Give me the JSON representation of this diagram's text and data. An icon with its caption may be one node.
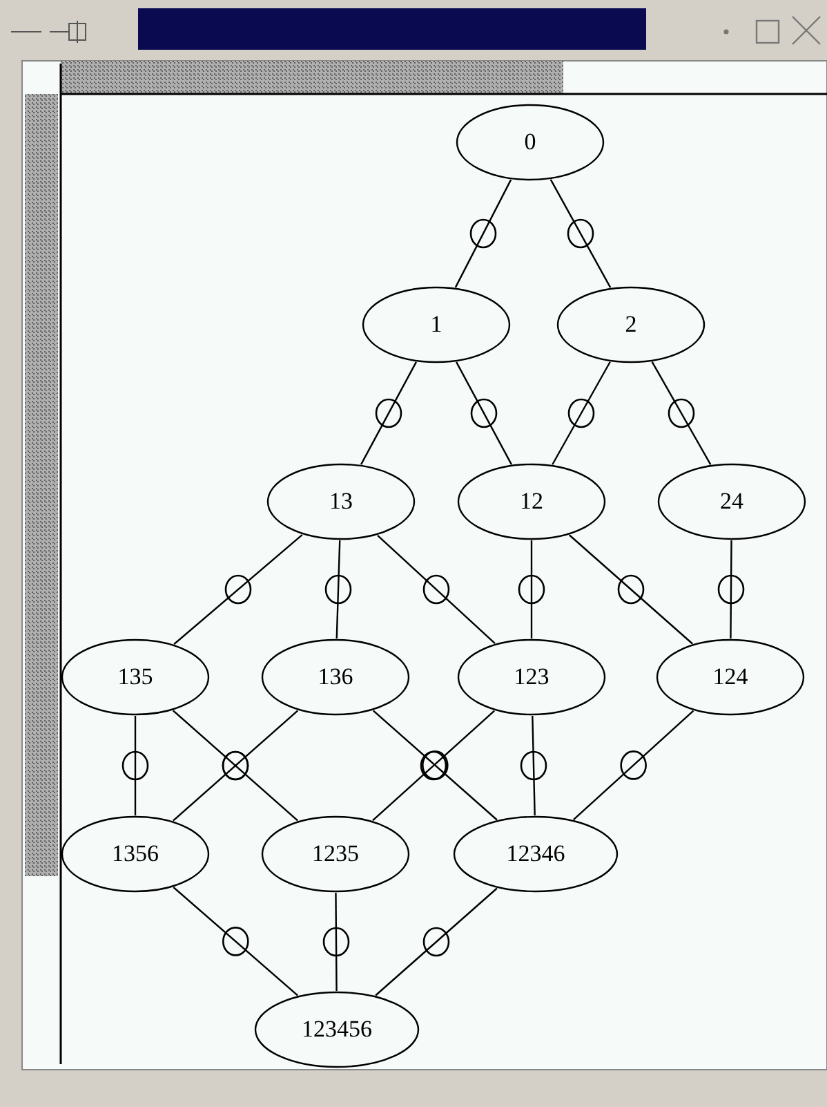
{
  "diagram": {
    "nodes": [
      {
        "text": [
          "0"
        ]
      },
      {
        "text": [
          "1"
        ]
      },
      {
        "text": [
          "2"
        ]
      },
      {
        "text": [
          "13"
        ]
      },
      {
        "text": [
          "12"
        ]
      },
      {
        "text": [
          "24"
        ]
      },
      {
        "text": [
          "135"
        ]
      },
      {
        "text": [
          "136"
        ]
      },
      {
        "text": [
          "123"
        ]
      },
      {
        "text": [
          "124"
        ]
      },
      {
        "text": [
          "1356"
        ]
      },
      {
        "text": [
          "1235"
        ]
      },
      {
        "text": [
          "12346"
        ]
      },
      {
        "text": [
          "123456"
        ]
      }
    ],
    "edges": [
      {
        "from": 0,
        "to": 1,
        "arrow": "none"
      },
      {
        "from": 0,
        "to": 2,
        "arrow": "none"
      },
      {
        "from": 1,
        "to": 3,
        "arrow": "none"
      },
      {
        "from": 1,
        "to": 4,
        "arrow": "none"
      },
      {
        "from": 2,
        "to": 4,
        "arrow": "none"
      },
      {
        "from": 2,
        "to": 5,
        "arrow": "none"
      },
      {
        "from": 3,
        "to": 6,
        "arrow": "none"
      },
      {
        "from": 3,
        "to": 7,
        "arrow": "none"
      },
      {
        "from": 3,
        "to": 8,
        "arrow": "none"
      },
      {
        "from": 4,
        "to": 8,
        "arrow": "none"
      },
      {
        "from": 4,
        "to": 9,
        "arrow": "none"
      },
      {
        "from": 5,
        "to": 9,
        "arrow": "none"
      },
      {
        "from": 6,
        "to": 10,
        "arrow": "none"
      },
      {
        "from": 6,
        "to": 11,
        "arrow": "none"
      },
      {
        "from": 7,
        "to": 10,
        "arrow": "none"
      },
      {
        "from": 7,
        "to": 12,
        "arrow": "none"
      },
      {
        "from": 8,
        "to": 11,
        "arrow": "none"
      },
      {
        "from": 8,
        "to": 12,
        "arrow": "none"
      },
      {
        "from": 9,
        "to": 12,
        "arrow": "none"
      },
      {
        "from": 10,
        "to": 13,
        "arrow": "none"
      },
      {
        "from": 11,
        "to": 13,
        "arrow": "none"
      },
      {
        "from": 12,
        "to": 13,
        "arrow": "none"
      }
    ]
  }
}
